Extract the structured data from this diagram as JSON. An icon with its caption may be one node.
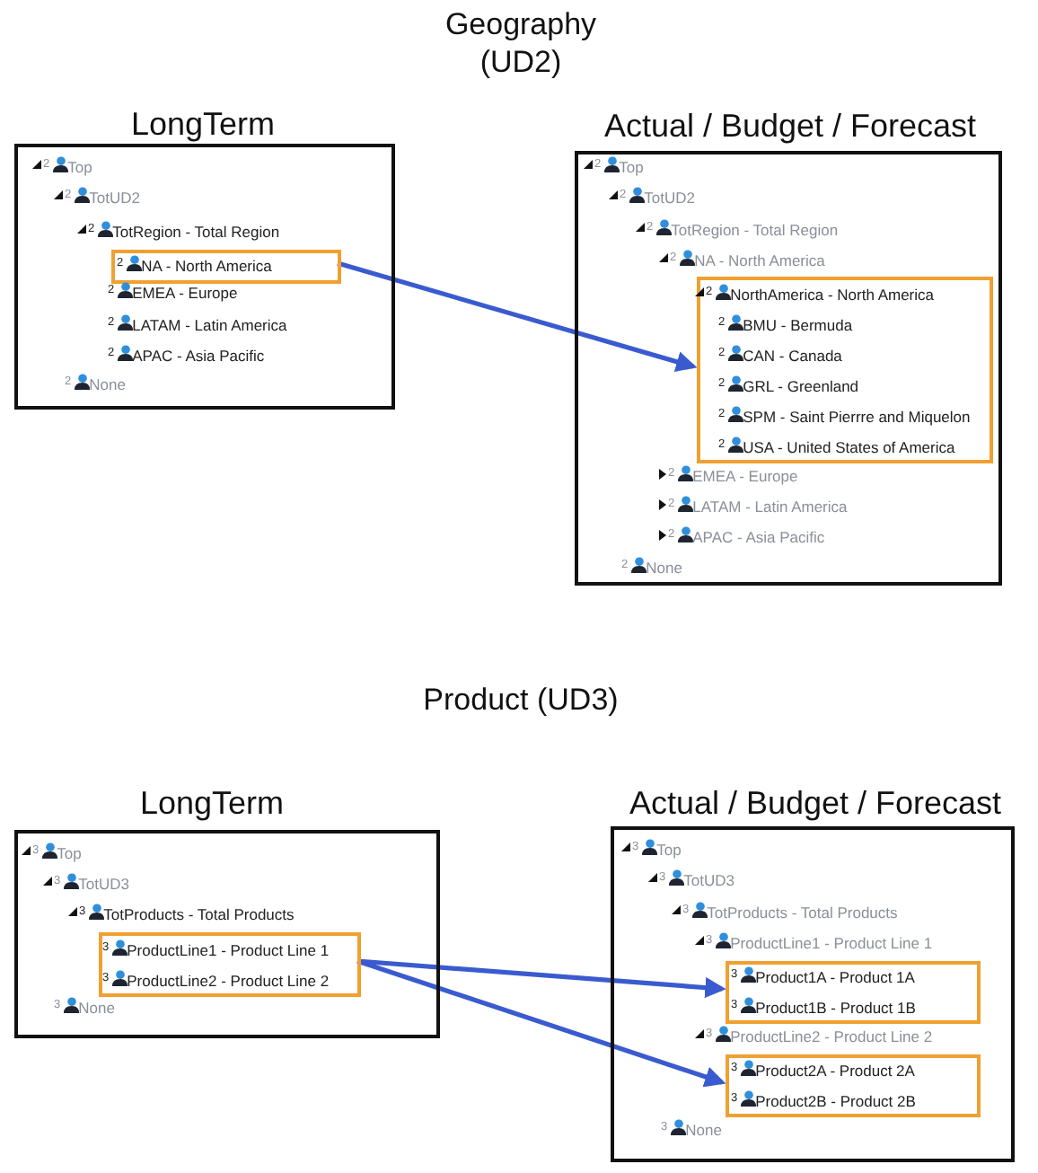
{
  "diagram": {
    "nodes": [
      {
        "text": [
          "LongTerm",
          "$^{2}$Top",
          "$^{2}$TotUD2",
          "$^{2}$TotRegion - Total Region",
          "$^{2}$EMEA - Europe",
          "$^{2}$LATAM - Latin America",
          "$^{2}$APAC - Asia Pacific",
          "$^{2}$None"
        ]
      },
      {
        "text": [
          "$^{2}$NA - North America"
        ],
        "in": 0
      },
      {
        "text": [
          "Actual / Budget / Forecast",
          "$^{2}$Top",
          "$^{2}$TotUD2",
          "$^{2}$TotRegion - Total Region",
          "$^{2}$NA - North America",
          "$^{2}$EMEA - Europe",
          "$^{2}$LATAM - Latin America",
          "$^{2}$APAC - Asia Pacific",
          "$^{2}$None"
        ]
      },
      {
        "text": [
          "$^{2}$NorthAmerica - North America",
          "$^{2}$BMU - Bermuda",
          "$^{2}$CAN - Canada",
          "$^{2}$GRL - Greenland",
          "$^{2}$SPM - Saint Pierrre and Miquelon",
          "$^{2}$USA - United States of America"
        ],
        "in": 2
      },
      {
        "text": [
          "LongTerm",
          "$^{3}$Top",
          "$^{3}$TotUD3",
          "$^{3}$TotProducts - Total Products",
          "$^{3}$None"
        ]
      },
      {
        "text": [
          "$^{3}$ProductLine1 - Product Line 1",
          "$^{3}$ProductLine2 - Product Line 2"
        ],
        "in": 4
      },
      {
        "text": [
          "Actual / Budget / Forecast",
          "$^{3}$Top",
          "$^{3}$TotUD3",
          "$^{3}$TotProducts - Total Products",
          "$^{3}$ProductLine1 - Product Line 1",
          "$^{3}$ProductLine2 - Product Line 2",
          "$^{3}$None"
        ]
      },
      {
        "text": [
          "$^{3}$Product1A - Product 1A",
          "$^{3}$Product1B - Product 1B"
        ],
        "in": 6
      },
      {
        "text": [
          "$^{3}$Product2A - Product 2A",
          "$^{3}$Product2B - Product 2B"
        ],
        "in": 6
      }
    ],
    "edges": [
      {
        "from": 1,
        "to": 3,
        "arrow": "to"
      },
      {
        "from": 5,
        "to": 7,
        "arrow": "to"
      },
      {
        "from": 5,
        "to": 8,
        "arrow": "to"
      }
    ],
    "labels": [
      "Geography (UD2)",
      "Product (UD3)"
    ]
  }
}
